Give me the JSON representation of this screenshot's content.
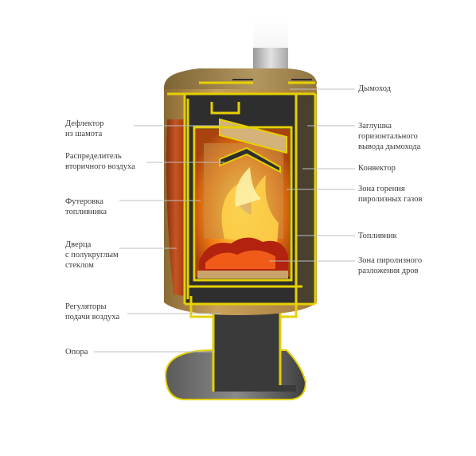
{
  "labels_left": [
    {
      "id": "deflector",
      "lines": [
        "Дефлектор",
        "из шамота"
      ]
    },
    {
      "id": "secondary-air",
      "lines": [
        "Распределитель",
        "вторичного воздуха"
      ]
    },
    {
      "id": "lining",
      "lines": [
        "Футеровка",
        "топливника"
      ]
    },
    {
      "id": "door",
      "lines": [
        "Дверца",
        "с полукруглым",
        "стеклом"
      ]
    },
    {
      "id": "air-regulators",
      "lines": [
        "Регуляторы",
        "подачи воздуха"
      ]
    },
    {
      "id": "support",
      "lines": [
        "Опора"
      ]
    }
  ],
  "labels_right": [
    {
      "id": "chimney",
      "lines": [
        "Дымоход"
      ]
    },
    {
      "id": "plug",
      "lines": [
        "Заглушка",
        "горизонтального",
        "вывода  дымохода"
      ]
    },
    {
      "id": "convector",
      "lines": [
        "Конвектор"
      ]
    },
    {
      "id": "combustion-zone",
      "lines": [
        "Зона горения",
        "пиролизных газов"
      ]
    },
    {
      "id": "firebox",
      "lines": [
        "Топливник"
      ]
    },
    {
      "id": "pyrolysis-zone",
      "lines": [
        "Зона пиролизного",
        "разложения дров"
      ]
    }
  ],
  "colors": {
    "body": "#b08a48",
    "frame": "#e6d000",
    "steel": "#2e2e2e",
    "fire": "#f08a10",
    "chamotte": "#c69048",
    "label": "#3a3a3a",
    "leader": "#bfbfbf"
  }
}
